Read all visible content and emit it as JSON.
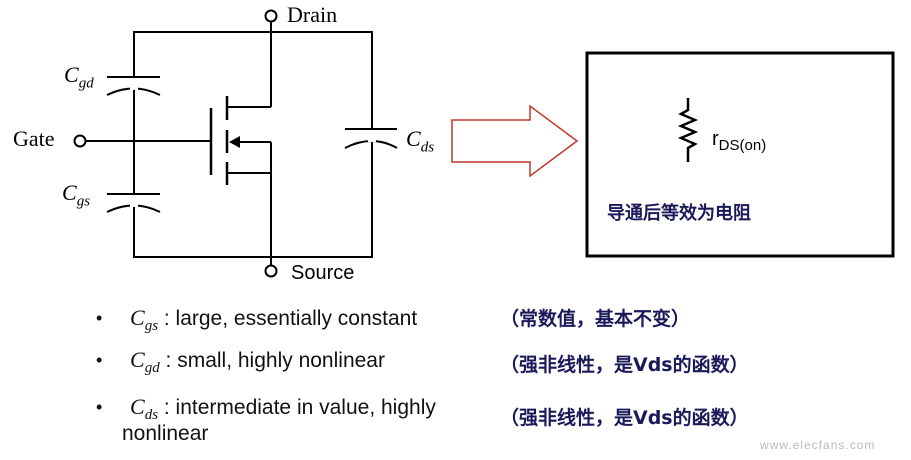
{
  "circuit": {
    "drain_label": "Drain",
    "source_label": "Source",
    "gate_label": "Gate",
    "cgd_label": {
      "main": "C",
      "sub": "gd"
    },
    "cgs_label": {
      "main": "C",
      "sub": "gs"
    },
    "cds_label": {
      "main": "C",
      "sub": "ds"
    }
  },
  "equivalent": {
    "resistor_label": {
      "main": "r",
      "sub": "DS(on)"
    },
    "caption": "导通后等效为电阻",
    "caption_color": "#1a1a5a",
    "arrow_color": "#c0392b"
  },
  "bullets": [
    {
      "cap": "C",
      "sub": "gs",
      "text": ": large, essentially constant",
      "note": "（常数值，基本不变）"
    },
    {
      "cap": "C",
      "sub": "gd",
      "text": ": small, highly nonlinear",
      "note": "（强非线性，是Vds的函数）"
    },
    {
      "cap": "C",
      "sub": "ds",
      "text": ": intermediate in value, highly",
      "text2": "nonlinear",
      "note": "（强非线性，是Vds的函数）"
    }
  ],
  "watermark": "www.elecfans.com"
}
